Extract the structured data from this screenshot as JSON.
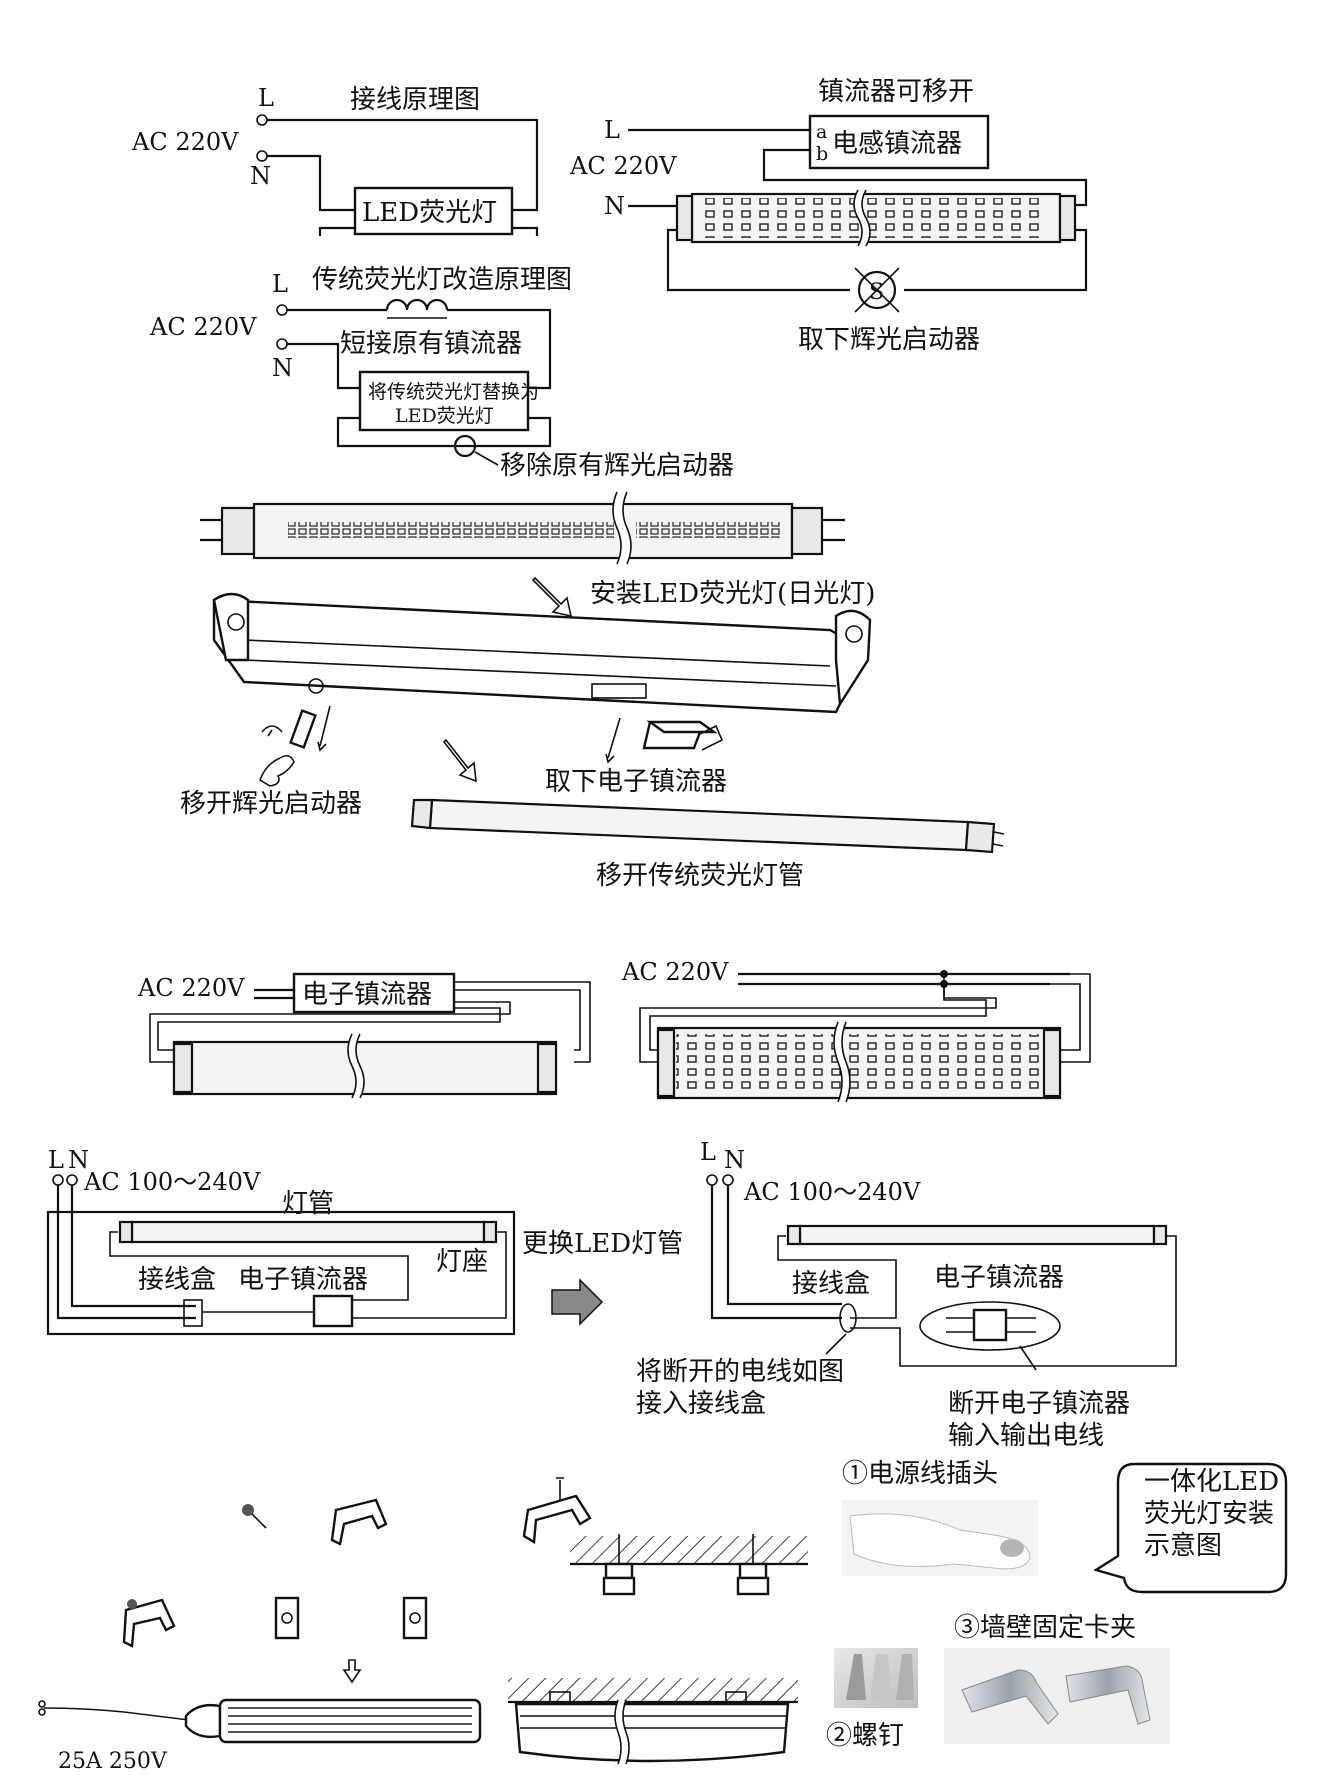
{
  "panel1": {
    "title": "接线原理图",
    "source_label": "AC 220V",
    "l_label": "L",
    "n_label": "N",
    "lamp_label": "LED荧光灯"
  },
  "panel2": {
    "title": "镇流器可移开",
    "l_label": "L",
    "source_label": "AC 220V",
    "n_label": "N",
    "ballast_a": "a",
    "ballast_b": "b",
    "ballast_label": "电感镇流器",
    "starter_symbol": "S",
    "starter_caption": "取下辉光启动器"
  },
  "panel3": {
    "title": "传统荧光灯改造原理图",
    "l_label": "L",
    "source_label": "AC 220V",
    "n_label": "N",
    "ballast_caption": "短接原有镇流器",
    "lamp_line1": "将传统荧光灯替换为",
    "lamp_line2": "LED荧光灯",
    "starter_caption": "移除原有辉光启动器"
  },
  "panel4": {
    "install_caption": "安装LED荧光灯(日光灯)",
    "remove_starter": "移开辉光启动器",
    "remove_ballast": "取下电子镇流器",
    "remove_tube": "移开传统荧光灯管"
  },
  "panel5": {
    "left_source": "AC 220V",
    "left_ballast": "电子镇流器",
    "right_source": "AC 220V"
  },
  "panel6": {
    "left_l": "L",
    "left_n": "N",
    "left_source": "AC 100～240V",
    "tube_label": "灯管",
    "socket_label": "灯座",
    "box_label": "接线盒",
    "ballast_label": "电子镇流器",
    "arrow_caption": "更换LED灯管",
    "right_l": "L",
    "right_n": "N",
    "right_source": "AC 100～240V",
    "right_box_label": "接线盒",
    "right_ballast_label": "电子镇流器",
    "connect_line1": "将断开的电线如图",
    "connect_line2": "接入接线盒",
    "disconnect_line1": "断开电子镇流器",
    "disconnect_line2": "输入输出电线"
  },
  "panel7": {
    "plug_caption": "①电源线插头",
    "screw_caption": "②螺钉",
    "clip_caption": "③墙壁固定卡夹",
    "callout_line1": "一体化LED",
    "callout_line2": "荧光灯安装",
    "callout_line3": "示意图",
    "rating": "25A 250V"
  }
}
